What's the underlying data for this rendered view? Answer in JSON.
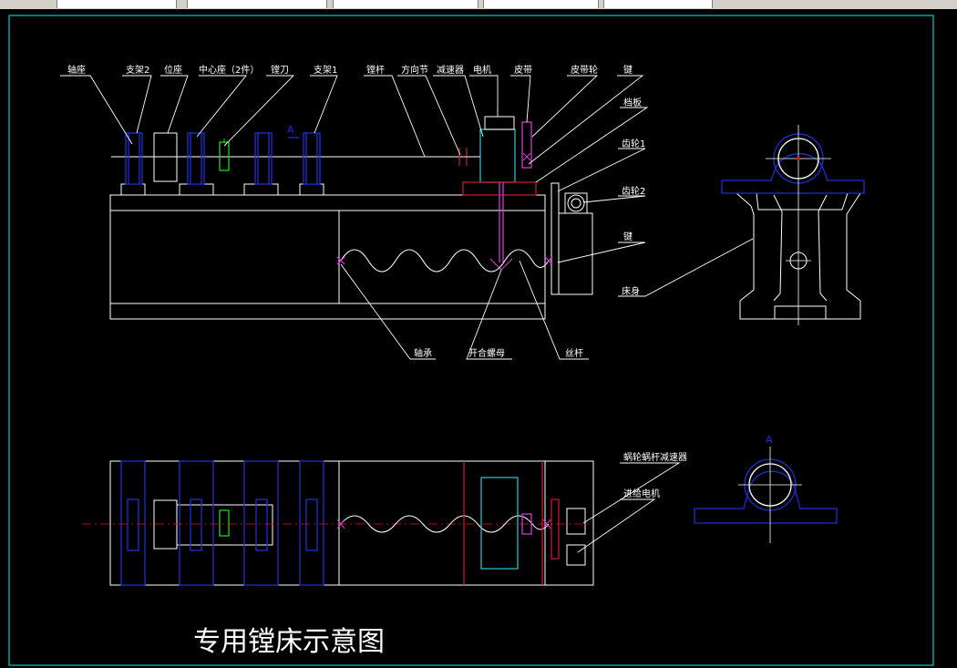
{
  "labels": {
    "zhouzuo": "轴座",
    "zhijia2": "支架2",
    "weizuo": "位座",
    "zhongxinzuo": "中心座（2件）",
    "tangdao": "镗刀",
    "zhijia1": "支架1",
    "tanggan": "镗杆",
    "fangxiangjie": "方向节",
    "jiansuqi": "减速器",
    "dianji": "电机",
    "pidai": "皮带",
    "pidailun": "皮带轮",
    "jian1": "键",
    "taban": "档板",
    "chilun1": "齿轮1",
    "chilun2": "齿轮2",
    "jian2": "键",
    "chuangshen": "床身",
    "zhoucheng": "轴承",
    "kaihemumu": "开合螺母",
    "sigan": "丝杆",
    "mark_a": "A",
    "mark_a2": "A",
    "wolun": "蜗轮蜗杆减速器",
    "jingji": "进给电机"
  },
  "title": "专用镗床示意图",
  "colors": {
    "background": "#000000",
    "outline": "#ffffff",
    "frame": "#00cccc",
    "part_blue": "#1c2fd6",
    "red": "#d01c2a",
    "green": "#1fd61f",
    "magenta": "#e23ce2",
    "cyan": "#2ec8d8"
  }
}
